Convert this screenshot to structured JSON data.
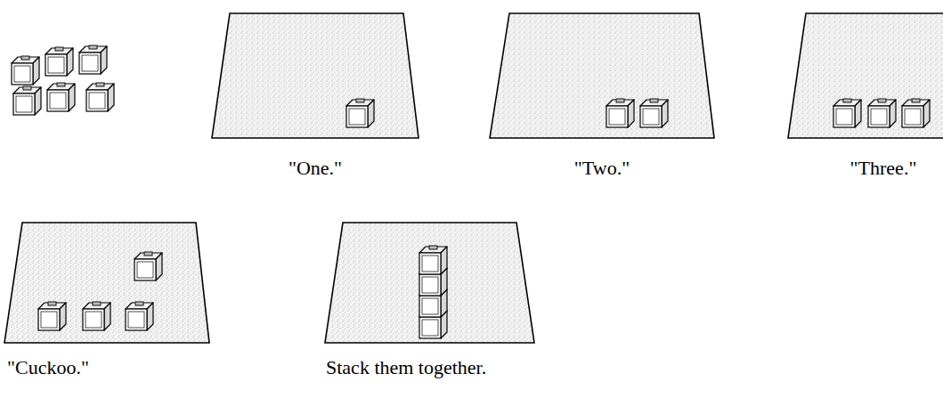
{
  "diagram": {
    "labels": [
      "\"One.\"",
      "\"Two.\"",
      "\"Three.\"",
      "\"Cuckoo.\"",
      "Stack them together."
    ]
  }
}
